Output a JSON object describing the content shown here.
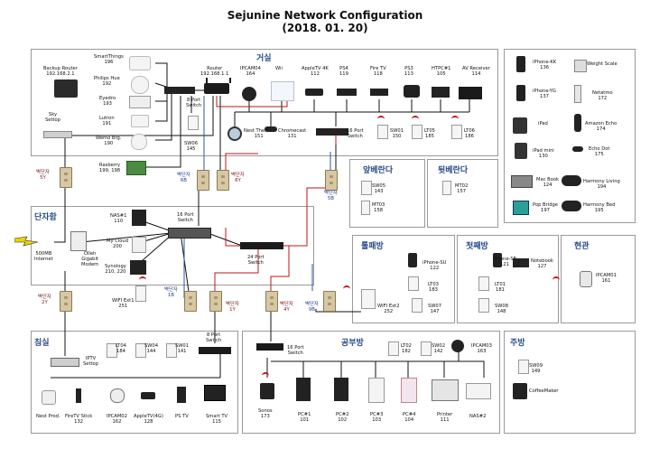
{
  "title": {
    "line1": "Sejunine Network Configuration",
    "line2": "(2018. 01. 20)"
  },
  "rooms": {
    "living": "거실",
    "junction": "단자함",
    "front_veranda": "앞베란다",
    "back_veranda": "뒷베란다",
    "small_room": "툴패방",
    "first_room": "첫째방",
    "entrance": "현관",
    "bedroom": "침실",
    "study": "공부방",
    "kitchen": "주방"
  },
  "plates": {
    "p5y": "벽단자\n5Y",
    "p6b": "벽단자\n6B",
    "p6y": "벽단자\n6Y",
    "p5b": "벽단자\n5B",
    "p2y": "벽단자\n2Y",
    "p1b": "벽단자\n1B",
    "p1y": "벽단자\n1Y",
    "p4y": "벽단자\n4Y",
    "p9b": "벽단자\n9B"
  },
  "devices": {
    "backup_router": "Backup Router\n192.168.2.1",
    "smartthings": "SmartThings\n196",
    "philips_hue": "Philips Hue\n192",
    "eyedro": "Eyedro\n193",
    "lutron": "Lutron\n191",
    "wemo": "Wemo Brg.\n190",
    "sky_settop": "Sky\nSettop",
    "router": "Router\n192.168.1.1",
    "sw_8port": "8 Port\nSwitch",
    "sw06": "SW06\n145",
    "rasberry": "Rasberry\n199, 198",
    "ipcam04": "IPCAM04\n164",
    "wii": "Wii",
    "appletv4k": "AppleTV 4K\n112",
    "ps4": "PS4\n119",
    "firetv": "Fire TV\n118",
    "ps3": "PS3\n113",
    "htpc": "HTPC#1\n105",
    "av_receiver": "AV Receiver\n114",
    "nest_thermo": "Nest Thermo\n151",
    "chromecast": "Chromecast\n131",
    "sw16_living": "16 Port\nSwitch",
    "sw01_living": "SW01\n150",
    "lt05": "LT05\n185",
    "lt06": "LT06\n186",
    "sw05": "SW05\n143",
    "mt03": "MT03\n158",
    "mt02": "MT02\n157",
    "iphone_kk": "iPhone-KK\n136",
    "weight_scale": "Weight Scale",
    "iphone_yg": "iPhone-YG\n137",
    "netatmo": "Netatmo\n172",
    "ipad": "iPad",
    "amazon_echo": "Amazon Echo\n174",
    "ipad_mini": "iPad mini\n130",
    "echo_dot": "Echo Dot\n175",
    "macbook": "Mac Book\n124",
    "harmony_living": "Harmony Living\n194",
    "pop_bridge": "Pop Bridge\n197",
    "harmony_bed": "Harmony Bed\n195",
    "modem_label": "500MB\nInternet",
    "olleh_modem": "Olleh\nGigabit\nModem",
    "nas1": "NAS#1\n110",
    "mycloud": "My Cloud\n200",
    "synology": "Synology\n210, 220",
    "sw16_junction": "16 Port\nSwitch",
    "sw24": "24 Port\nSwitch",
    "wifi_ext1": "WIFI Ext1\n251",
    "iphone_su": "iPhone-SU\n122",
    "lt03": "LT03\n183",
    "wifi_ext2": "WIFI Ext2\n252",
    "sw07": "SW07\n147",
    "iphone_se": "iPhone-SE\n121",
    "notebook": "Notebook\n127",
    "lt01": "LT01\n181",
    "sw08": "SW08\n148",
    "ipcam01": "IPCAM01\n161",
    "iptv": "IPTV\nSettop",
    "lt04": "LT04\n184",
    "sw04": "SW04\n144",
    "sw01_bed": "SW01\n141",
    "sw8_bed": "8 Port\nSwitch",
    "nest_prod": "Nest Prod.",
    "firetv_stick": "FireTV Stick\n132",
    "ipcam02": "IPCAM02\n162",
    "appletv4g": "AppleTV(4G)\n128",
    "ps_tv": "PS TV",
    "smart_tv": "Smart TV\n115",
    "sw16_study": "16 Port\nSwitch",
    "lt02": "LT02\n182",
    "sw02": "SW02\n142",
    "ipcam03": "IPCAM03\n163",
    "sonos": "Sonos\n173",
    "pc1": "PC#1\n101",
    "pc2": "PC#2\n102",
    "pc3": "PC#3\n103",
    "pc4": "PC#4\n104",
    "printer": "Printer\n111",
    "nas2": "NAS#2",
    "sw09": "SW09\n149",
    "coffeemaker": "CoffeeMaker"
  },
  "colors": {
    "wire_black": "#111111",
    "wire_red": "#c0161b",
    "wire_blue": "#2b54a8",
    "room_border": "#9a9a9a"
  }
}
